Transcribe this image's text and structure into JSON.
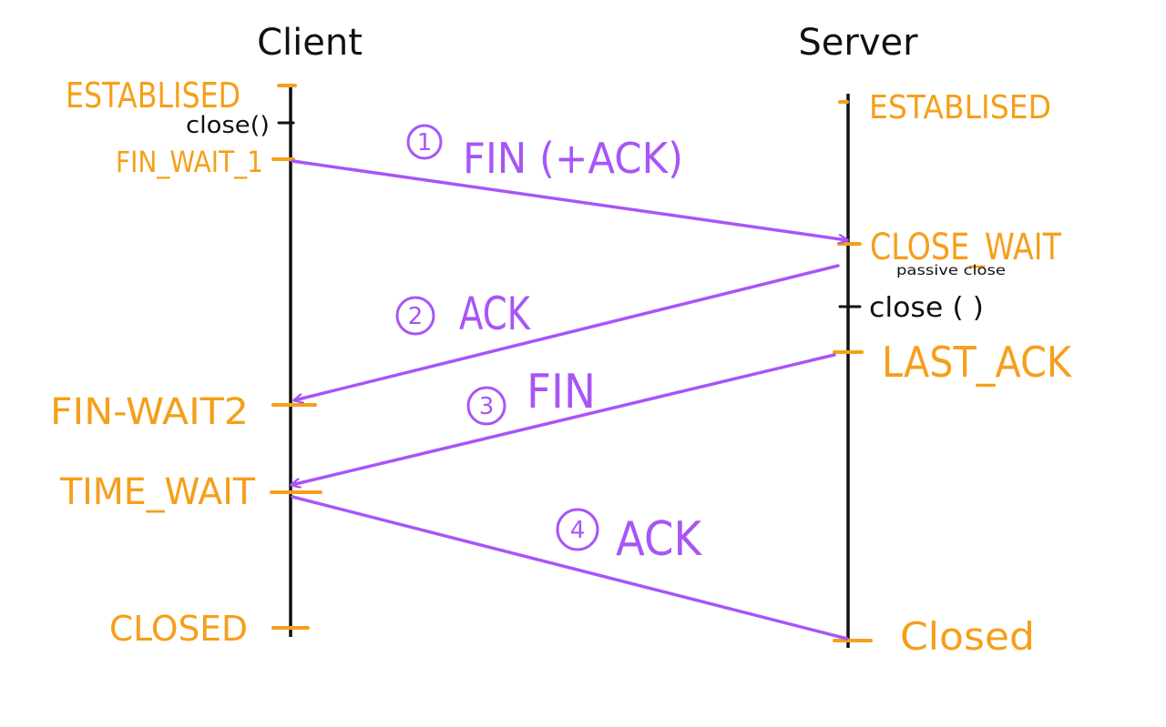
{
  "parties": {
    "client": "Client",
    "server": "Server"
  },
  "client_states": {
    "established": "ESTABLISED",
    "fin_wait_1": "FIN_WAIT_1",
    "fin_wait_2": "FIN-WAIT2",
    "time_wait": "TIME_WAIT",
    "closed": "CLOSED"
  },
  "server_states": {
    "established": "ESTABLISED",
    "close_wait": "CLOSE_WAIT",
    "last_ack": "LAST_ACK",
    "closed": "Closed"
  },
  "calls": {
    "client_close": "close()",
    "server_close": "close ( )",
    "passive_close_note": "passive close"
  },
  "messages": [
    {
      "number": "1",
      "label": "FIN (+ACK)"
    },
    {
      "number": "2",
      "label": "ACK"
    },
    {
      "number": "3",
      "label": "FIN"
    },
    {
      "number": "4",
      "label": "ACK"
    }
  ],
  "colors": {
    "state": "#f59f1a",
    "message": "#a855f7",
    "ink": "#111111"
  }
}
